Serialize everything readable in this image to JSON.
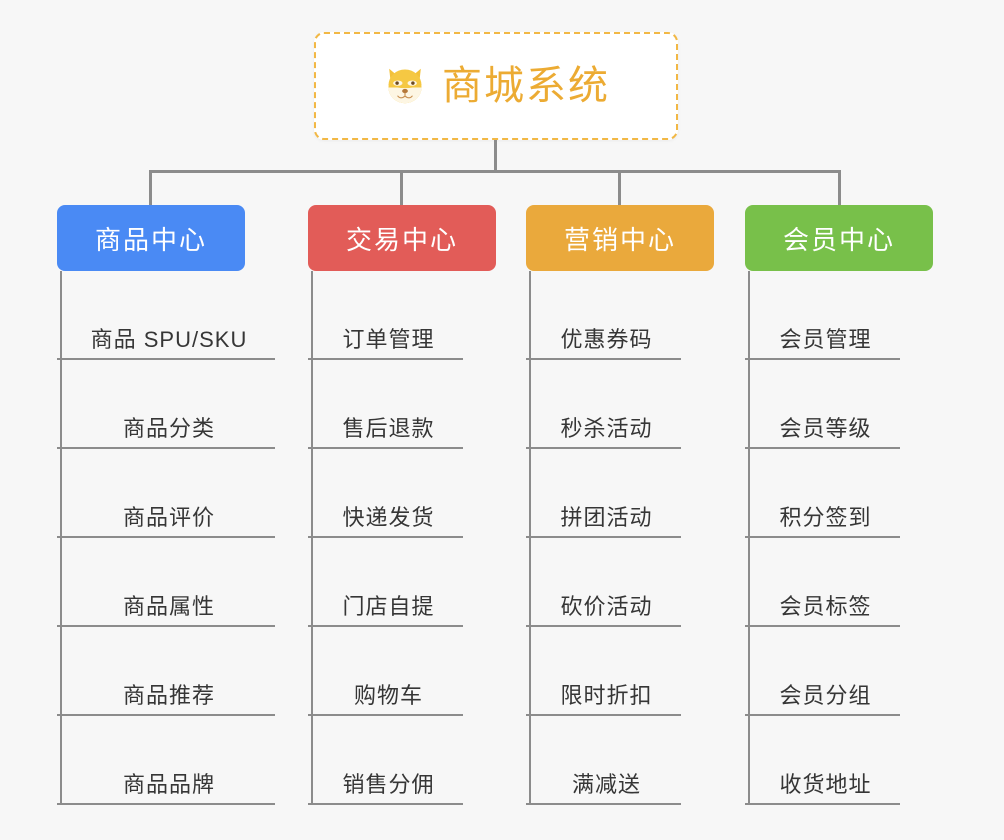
{
  "diagram": {
    "type": "mindmap-org-chart",
    "background_color": "#f7f7f7",
    "root": {
      "title": "商城系统",
      "icon": "shiba-dog-face-emoji",
      "text_color": "#ecab33",
      "border_color": "#f2b845",
      "fill_color": "#ffffff"
    },
    "connector_color": "#8c8c8c",
    "branches": [
      {
        "label": "商品中心",
        "color": "#4a8af4",
        "items": [
          "商品 SPU/SKU",
          "商品分类",
          "商品评价",
          "商品属性",
          "商品推荐",
          "商品品牌"
        ]
      },
      {
        "label": "交易中心",
        "color": "#e25c58",
        "items": [
          "订单管理",
          "售后退款",
          "快递发货",
          "门店自提",
          "购物车",
          "销售分佣"
        ]
      },
      {
        "label": "营销中心",
        "color": "#eaa93c",
        "items": [
          "优惠券码",
          "秒杀活动",
          "拼团活动",
          "砍价活动",
          "限时折扣",
          "满减送"
        ]
      },
      {
        "label": "会员中心",
        "color": "#78c04a",
        "items": [
          "会员管理",
          "会员等级",
          "积分签到",
          "会员标签",
          "会员分组",
          "收货地址"
        ]
      }
    ]
  }
}
